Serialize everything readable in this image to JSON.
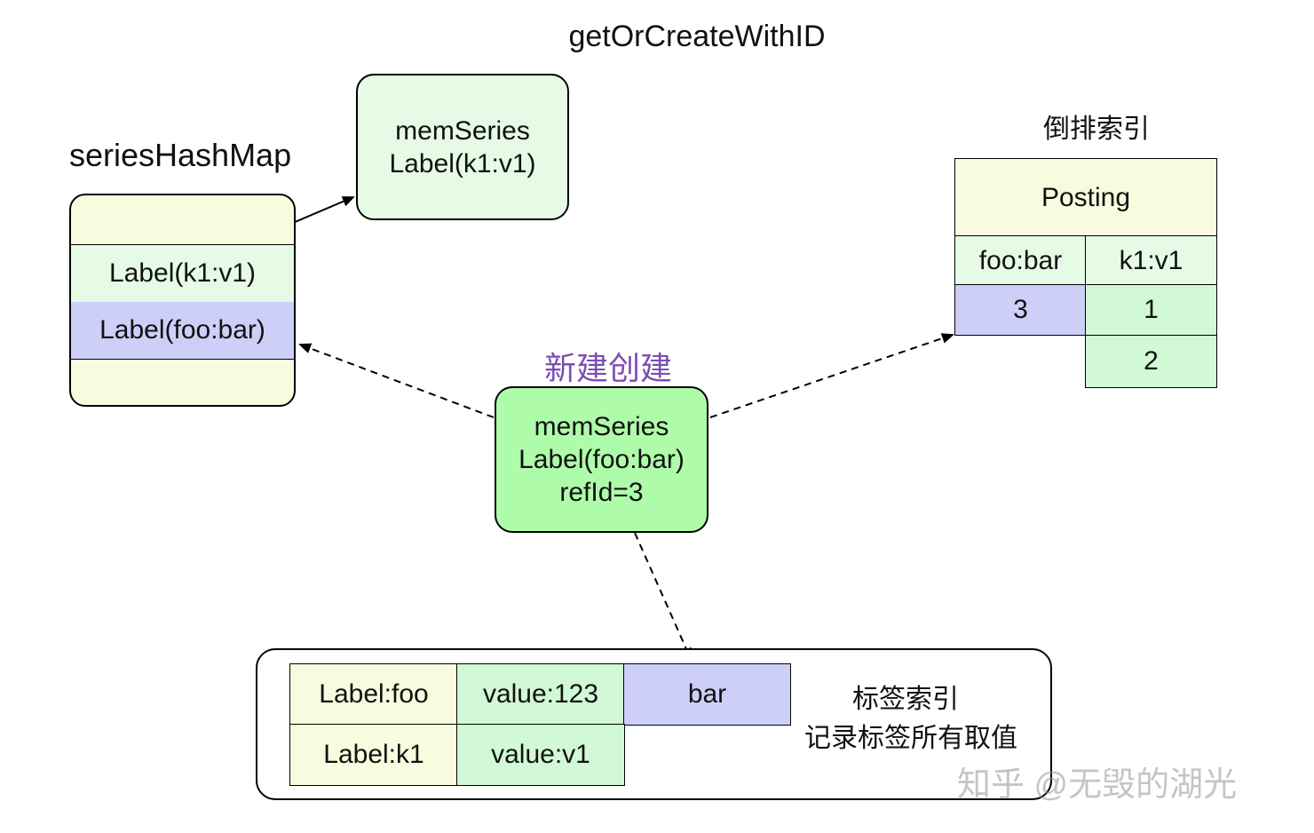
{
  "title_get_or_create": "getOrCreateWithID",
  "series_hash_map": {
    "title": "seriesHashMap",
    "rows": [
      "Label(k1:v1)",
      "Label(foo:bar)"
    ]
  },
  "existing_series": {
    "line1": "memSeries",
    "line2": "Label(k1:v1)"
  },
  "new_series": {
    "caption": "新建创建",
    "line1": "memSeries",
    "line2": "Label(foo:bar)",
    "line3": "refId=3"
  },
  "inverted_index": {
    "title": "倒排索引",
    "header": "Posting",
    "col1_label": "foo:bar",
    "col2_label": "k1:v1",
    "col1_values": [
      "3"
    ],
    "col2_values": [
      "1",
      "2"
    ]
  },
  "label_index": {
    "cells": {
      "label_foo": "Label:foo",
      "value_123": "value:123",
      "bar": "bar",
      "label_k1": "Label:k1",
      "value_v1": "value:v1"
    },
    "note_line1": "标签索引",
    "note_line2": "记录标签所有取值"
  },
  "watermark": "知乎 @无毁的湖光",
  "colors": {
    "light_yellow": "#f9fbdf",
    "light_green": "#e6fbe6",
    "mid_green": "#d2f9d5",
    "new_series_green": "#aefba9",
    "lavender": "#cdcff9",
    "caption_purple": "#7b4db5"
  }
}
